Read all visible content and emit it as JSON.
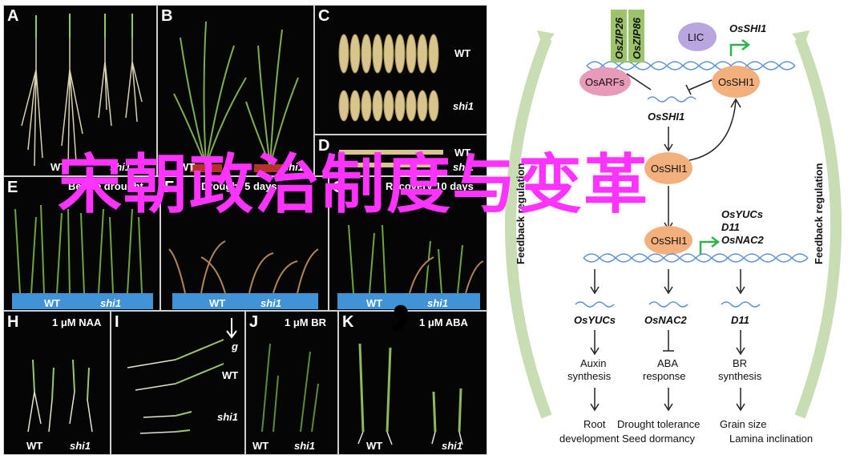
{
  "panels": {
    "a": {
      "label": "A",
      "texts": [
        "WT",
        "shi1"
      ]
    },
    "b": {
      "label": "B",
      "texts": [
        "WT",
        "shi1"
      ]
    },
    "c": {
      "label": "C",
      "texts": [
        "WT",
        "shi1"
      ]
    },
    "d": {
      "label": "D",
      "texts": [
        "WT",
        "shi1"
      ]
    },
    "e": {
      "label": "E",
      "texts": [
        "Before drought",
        "WT",
        "shi1"
      ]
    },
    "f": {
      "label": "F",
      "texts": [
        "Drought 5 days",
        "WT",
        "shi1"
      ]
    },
    "g": {
      "label": "G",
      "texts": [
        "Recovery 10 days",
        "WT",
        "shi1"
      ]
    },
    "h": {
      "label": "H",
      "texts": [
        "1 μM NAA",
        "WT",
        "shi1"
      ]
    },
    "i": {
      "label": "I",
      "texts": [
        "g",
        "WT",
        "shi1"
      ]
    },
    "j": {
      "label": "J",
      "texts": [
        "1 μM BR",
        "WT",
        "shi1"
      ]
    },
    "k": {
      "label": "K",
      "texts": [
        "1 μM ABA",
        "WT",
        "shi1"
      ]
    }
  },
  "overlay": {
    "title": "宋朝政治制度与变革",
    "comma": "，"
  },
  "diagram": {
    "top_genes": [
      "OsZIP26",
      "OsZIP86"
    ],
    "lic": "LIC",
    "osshi1_top": "OsSHI1",
    "osarfs": "OsARFs",
    "osshi1_node1": "OsSHI1",
    "osshi1_mid": "OsSHI1",
    "osshi1_node2": "OsSHI1",
    "osshi1_node3": "OsSHI1",
    "gene_list": [
      "OsYUCs",
      "D11",
      "OsNAC2"
    ],
    "feedback_left": "Feedback regulation",
    "feedback_right": "Feedback regulation",
    "columns": [
      {
        "gene": "OsYUCs",
        "process": [
          "Auxin",
          "synthesis"
        ],
        "outcome": [
          "Root",
          "development"
        ]
      },
      {
        "gene": "OsNAC2",
        "process": [
          "ABA",
          "response"
        ],
        "outcome": [
          "Drought tolerance",
          "Seed dormancy"
        ]
      },
      {
        "gene": "D11",
        "process": [
          "BR",
          "synthesis"
        ],
        "outcome": [
          "Grain size",
          "Lamina inclination"
        ]
      }
    ]
  },
  "colors": {
    "overlay": "#ff33ff",
    "dna": "#5b8fd6",
    "osarfs": "#e79bb8",
    "lic": "#b9a6df",
    "osshi1": "#f3b07c",
    "gene_box": "#9dc46b",
    "feedback": "#c9ddb2"
  }
}
